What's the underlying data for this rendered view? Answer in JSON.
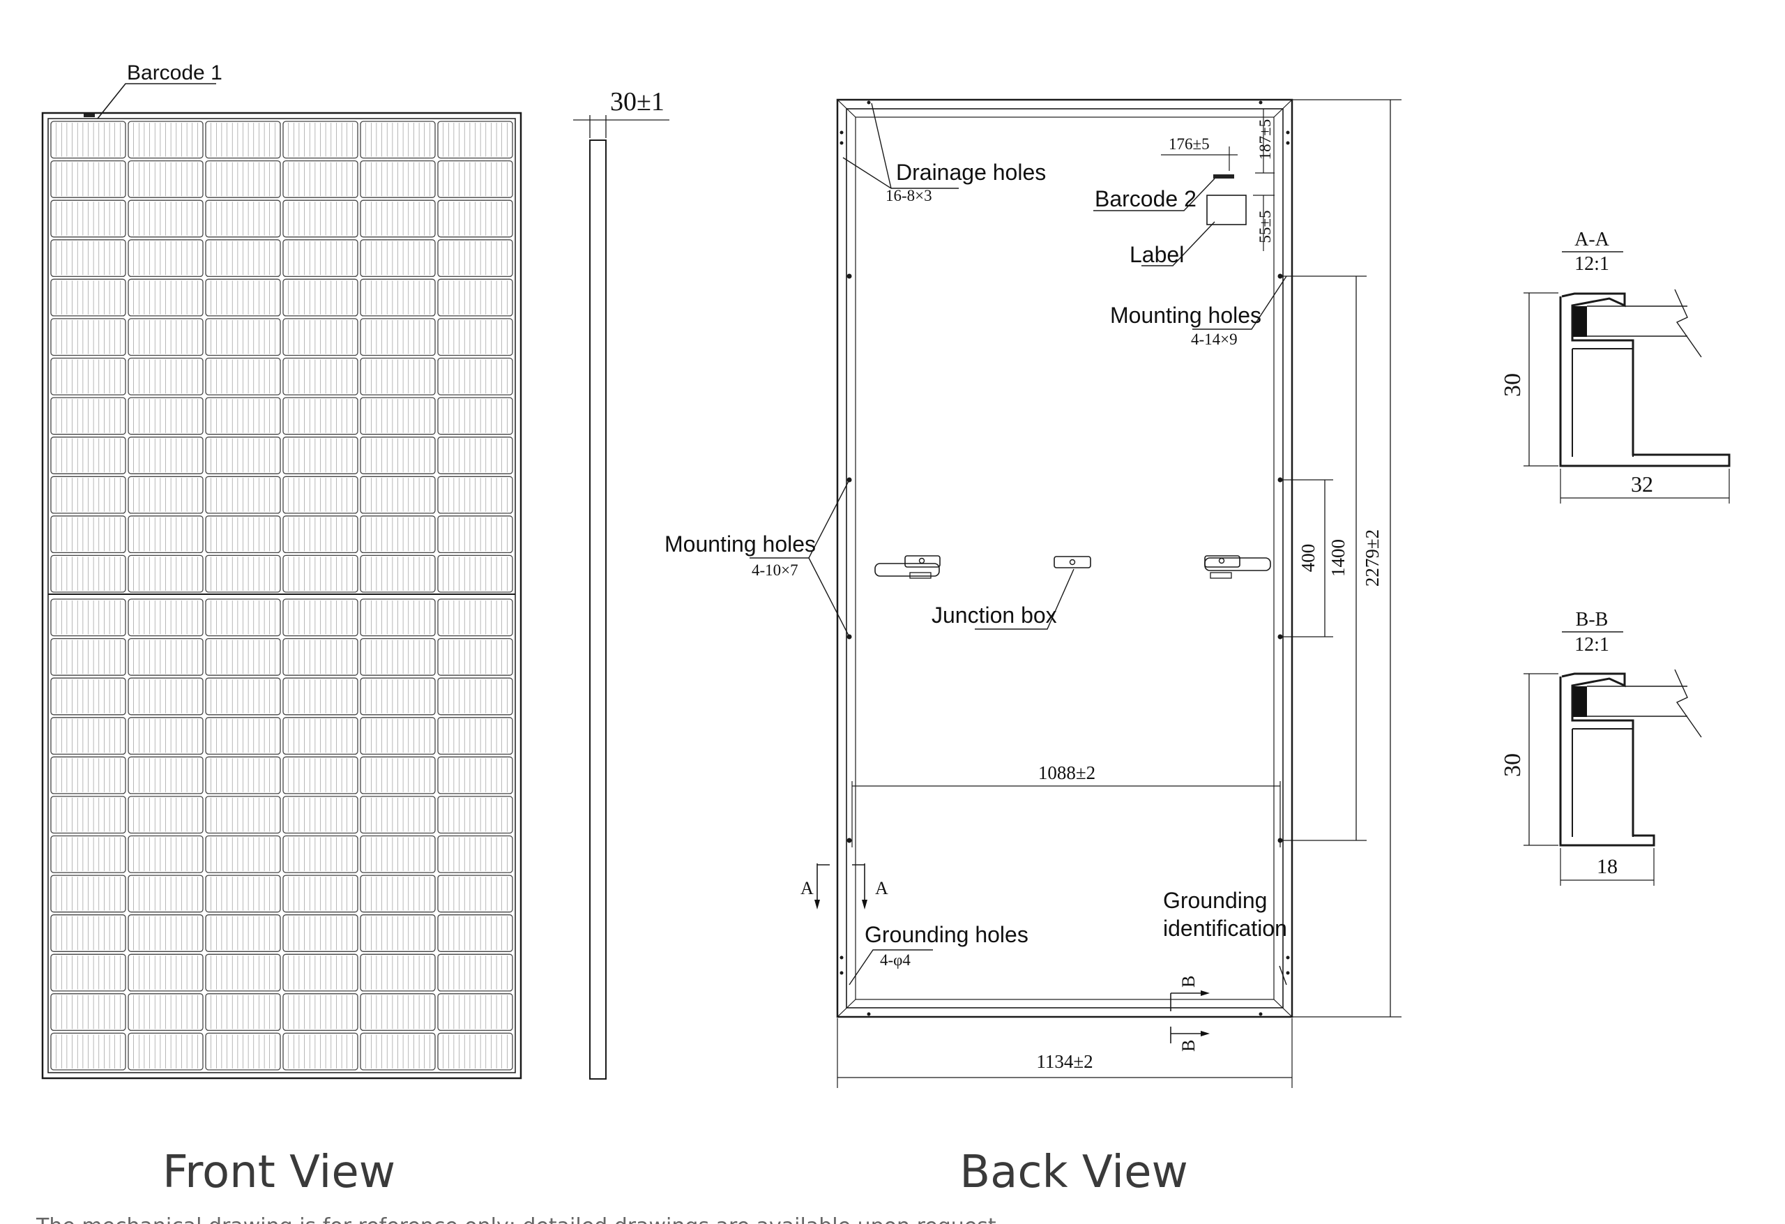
{
  "front": {
    "barcode_label": "Barcode 1",
    "title": "Front View"
  },
  "side": {
    "thickness": "30±1"
  },
  "back": {
    "title": "Back View",
    "drainage": {
      "label": "Drainage holes",
      "spec": "16-8×3"
    },
    "barcode2": {
      "label": "Barcode 2",
      "offset_x": "176±5",
      "offset_y": "187±5"
    },
    "label_box": {
      "label": "Label",
      "offset": "55±5"
    },
    "mounting_right": {
      "label": "Mounting holes",
      "spec": "4-14×9"
    },
    "mounting_left": {
      "label": "Mounting holes",
      "spec": "4-10×7"
    },
    "junction": {
      "label": "Junction box"
    },
    "grounding": {
      "label": "Grounding holes",
      "spec": "4-φ4"
    },
    "grounding_id": {
      "line1": "Grounding",
      "line2": "identification"
    },
    "dims": {
      "inner_width": "1088±2",
      "outer_width": "1134±2",
      "height": "2279±2",
      "spacing_1400": "1400",
      "spacing_400": "400"
    },
    "section_marks": {
      "a": "A",
      "b": "B"
    }
  },
  "sections": {
    "aa": {
      "title": "A-A",
      "scale": "12:1",
      "height": "30",
      "width": "32"
    },
    "bb": {
      "title": "B-B",
      "scale": "12:1",
      "height": "30",
      "width": "18"
    }
  },
  "footer": {
    "note": "The mechanical drawing is for reference only; detailed drawings are available upon request."
  }
}
